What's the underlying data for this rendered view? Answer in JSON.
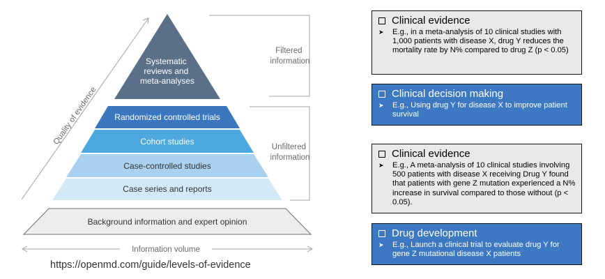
{
  "pyramid": {
    "levels": [
      {
        "label_lines": [
          "Systematic",
          "reviews and",
          "meta-analyses"
        ],
        "color": "#5a7089",
        "text_color": "#ffffff"
      },
      {
        "label_lines": [
          "Randomized controlled trials"
        ],
        "color": "#3a77be",
        "text_color": "#ffffff"
      },
      {
        "label_lines": [
          "Cohort studies"
        ],
        "color": "#4ea8de",
        "text_color": "#ffffff"
      },
      {
        "label_lines": [
          "Case-controlled studies"
        ],
        "color": "#a9d0ee",
        "text_color": "#333333"
      },
      {
        "label_lines": [
          "Case series and reports"
        ],
        "color": "#d3e9f7",
        "text_color": "#333333"
      },
      {
        "label_lines": [
          "Background information and expert opinion"
        ],
        "color": "#ededed",
        "text_color": "#333333"
      }
    ],
    "bracket_filtered": [
      "Filtered",
      "information"
    ],
    "bracket_unfiltered": [
      "Unfiltered",
      "information"
    ],
    "quality_axis_label": "Quality of evidence",
    "volume_axis_label": "Information volume"
  },
  "source_url": "https://openmd.com/guide/levels-of-evidence",
  "boxes": [
    {
      "title": "Clinical evidence",
      "body": "E.g., in a meta-analysis of 10 clinical studies with 1,000 patients with disease X, drug Y reduces the mortality rate by N% compared to drug Z (p < 0.05)",
      "style": "gray"
    },
    {
      "title": "Clinical decision making",
      "body": "E.g., Using drug Y for disease X to improve patient survival",
      "style": "blue"
    },
    {
      "title": "Clinical evidence",
      "body": "E.g., A meta-analysis of 10 clinical studies involving 500 patients with disease X receiving Drug Y found that patients with gene Z mutation experienced a N% increase in survival compared to those without (p < 0.05).",
      "style": "gray"
    },
    {
      "title": "Drug development",
      "body": "E.g., Launch a clinical trial to evaluate drug Y for gene Z mutational disease X patients",
      "style": "blue"
    }
  ]
}
